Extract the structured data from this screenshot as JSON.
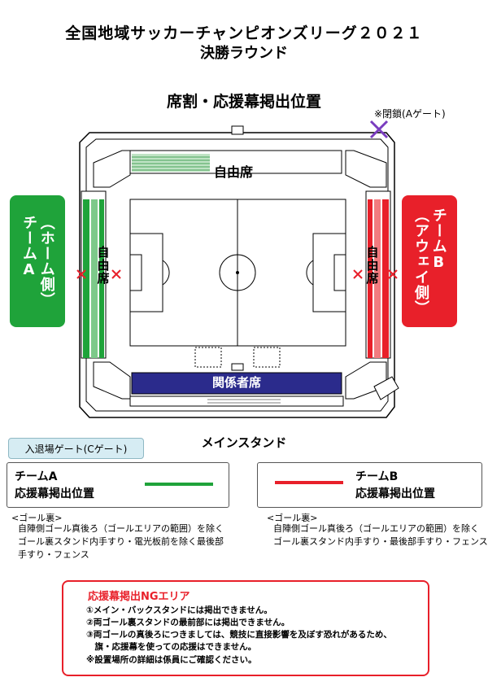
{
  "header": {
    "title": "全国地域サッカーチャンピオンズリーグ２０２１",
    "subtitle": "決勝ラウンド",
    "section_title": "席割・応援幕掲出位置"
  },
  "map": {
    "closed_gate_note": "※閉鎖(Aゲート)",
    "back_stand_label": "自由席",
    "left_stand_label": "自由席",
    "right_stand_label": "自由席",
    "officials_label": "関係者席",
    "main_stand_label": "メインスタンド",
    "entry_gate_label": "入退場ゲート(Cゲート)"
  },
  "teams": {
    "home_label": "チームA",
    "home_side": "（ホーム側）",
    "away_label": "チームB",
    "away_side": "（アウェイ側）"
  },
  "legend": {
    "team_a_line1": "チームA",
    "team_a_line2": "応援幕掲出位置",
    "team_b_line1": "チームB",
    "team_b_line2": "応援幕掲出位置"
  },
  "notes": {
    "team_a_head": "<ゴール裏>",
    "team_a_lines": [
      "自陣側ゴール真後ろ（ゴールエリアの範囲）を除く",
      "ゴール裏スタンド内手すり・電光板前を除く最後部",
      "手すり・フェンス"
    ],
    "team_b_head": "<ゴール裏>",
    "team_b_lines": [
      "自陣側ゴール真後ろ（ゴールエリアの範囲）を除く",
      "ゴール裏スタンド内手すり・最後部手すり・フェンス"
    ]
  },
  "ng": {
    "title": "応援幕掲出NGエリア",
    "lines": [
      "①メイン・バックスタンドには掲出できません。",
      "②両ゴール裏スタンドの最前部には掲出できません。",
      "③両ゴールの真後ろにつきましては、競技に直接影響を及ぼす恐れがあるため、",
      "　旗・応援幕を使っての応援はできません。",
      "※設置場所の詳細は係員にご確認ください。"
    ]
  },
  "colors": {
    "team_a": "#1fa33a",
    "team_b": "#e8202a",
    "officials": "#2b2b8c",
    "ng_border": "#e8202a",
    "gate_tab": "#d6ecf3"
  }
}
